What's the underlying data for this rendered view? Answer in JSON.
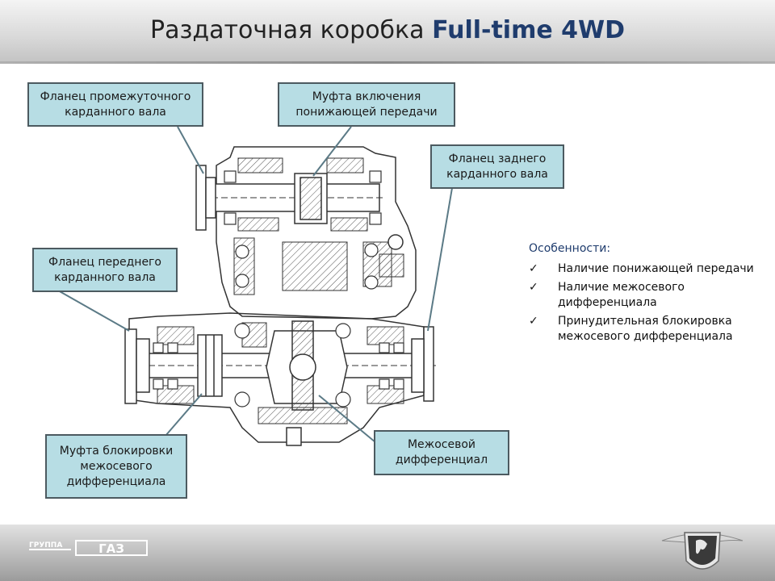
{
  "title": {
    "prefix": "Раздаточная коробка ",
    "accent": "Full-time 4WD"
  },
  "callouts": {
    "intermediate_flange": "Фланец промежуточного карданного вала",
    "low_gear_clutch": "Муфта включения понижающей передачи",
    "rear_flange": "Фланец заднего карданного вала",
    "front_flange": "Фланец переднего карданного вала",
    "diff_lock_clutch": "Муфта блокировки межосевого дифференциала",
    "center_diff": "Межосевой дифференциал"
  },
  "features": {
    "heading": "Особенности:",
    "items": [
      "Наличие понижающей передачи",
      "Наличие межосевого дифференциала",
      "Принудительная блокировка межосевого дифференциала"
    ]
  },
  "footer": {
    "group_label": "ГРУППА",
    "brand_label": "ГАЗ"
  },
  "colors": {
    "accent": "#1f3c6d",
    "callout_fill": "#b7dde4",
    "callout_border": "#4c5a60"
  },
  "icons": [
    "check-icon",
    "gaz-emblem-icon",
    "gaz-group-logo"
  ]
}
